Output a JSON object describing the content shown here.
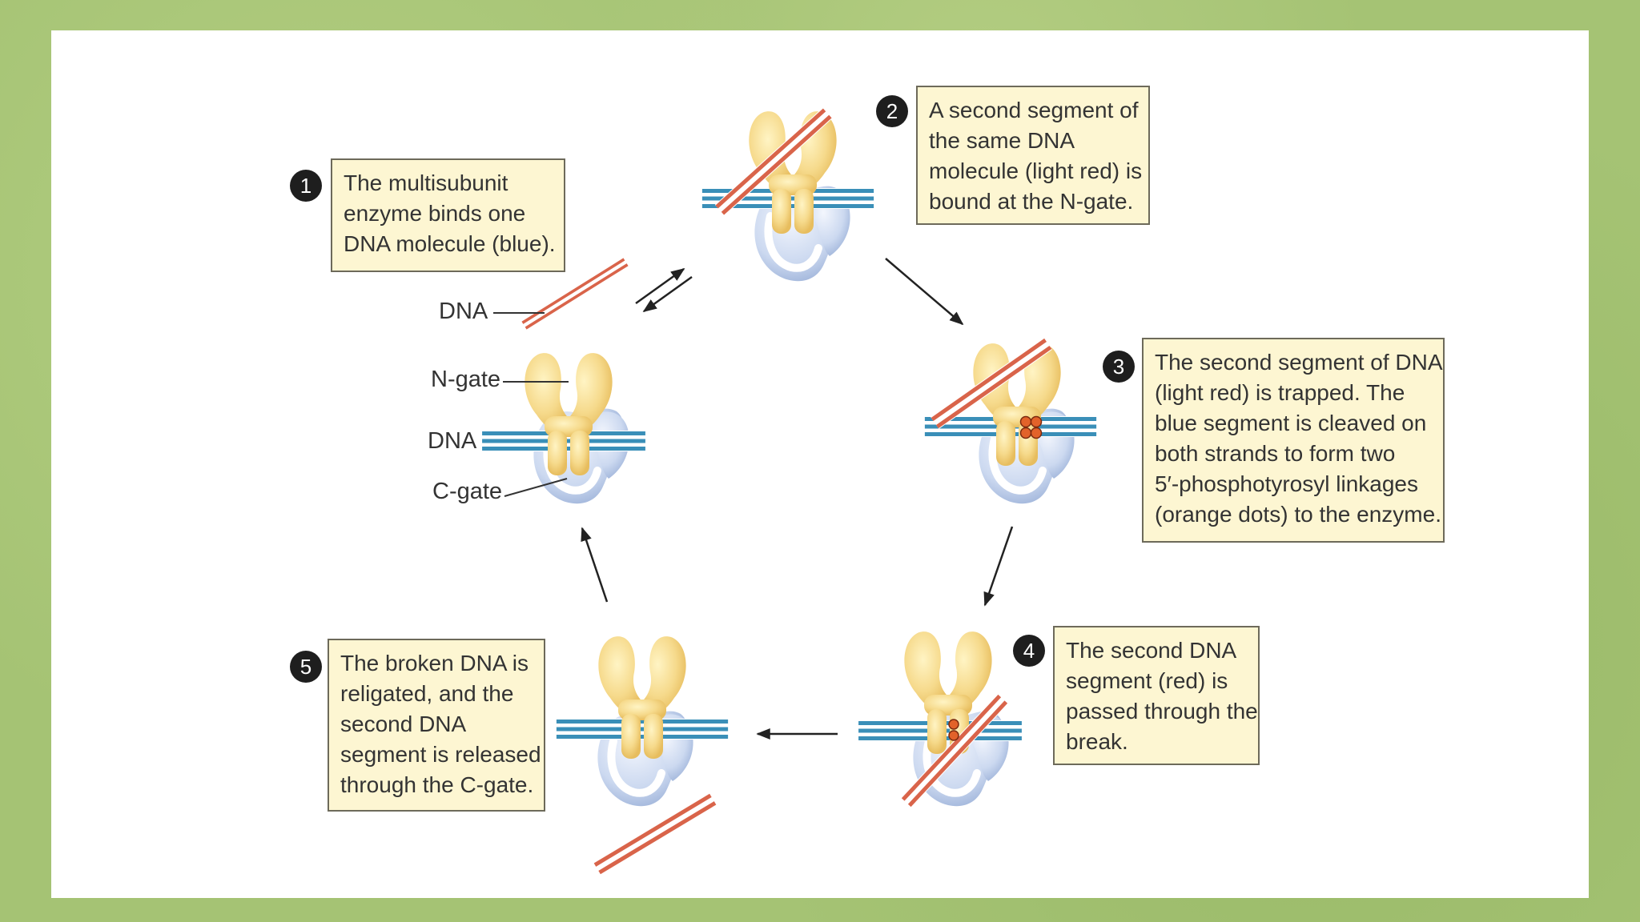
{
  "steps": [
    {
      "number": "1",
      "lines": [
        "The multisubunit",
        "enzyme binds one",
        "DNA molecule (blue)."
      ]
    },
    {
      "number": "2",
      "lines": [
        "A second segment of",
        "the same DNA",
        "molecule (light red) is",
        "bound at the N-gate."
      ]
    },
    {
      "number": "3",
      "lines": [
        "The second segment of DNA",
        "(light red) is trapped. The",
        "blue segment is cleaved on",
        "both strands to form  two",
        "5′-phosphotyrosyl linkages",
        "(orange dots) to the enzyme."
      ]
    },
    {
      "number": "4",
      "lines": [
        "The second DNA",
        "segment (red) is",
        "passed through the",
        "break."
      ]
    },
    {
      "number": "5",
      "lines": [
        "The broken DNA is",
        "religated, and the",
        "second DNA",
        "segment is released",
        "through the C-gate."
      ]
    }
  ],
  "labels": {
    "dna_top": "DNA",
    "n_gate": "N-gate",
    "dna_blue": "DNA",
    "c_gate": "C-gate"
  },
  "colors": {
    "background": "#a5c374",
    "panel": "#ffffff",
    "callout_fill": "#fdf6d2",
    "badge": "#1e1e1e",
    "dna_blue": "#3a8fb8",
    "dna_red": "#d9644a",
    "enzyme_yellow": "#f5d98a",
    "enzyme_blue": "#c9d6ee",
    "linkage_orange": "#e2622a"
  }
}
